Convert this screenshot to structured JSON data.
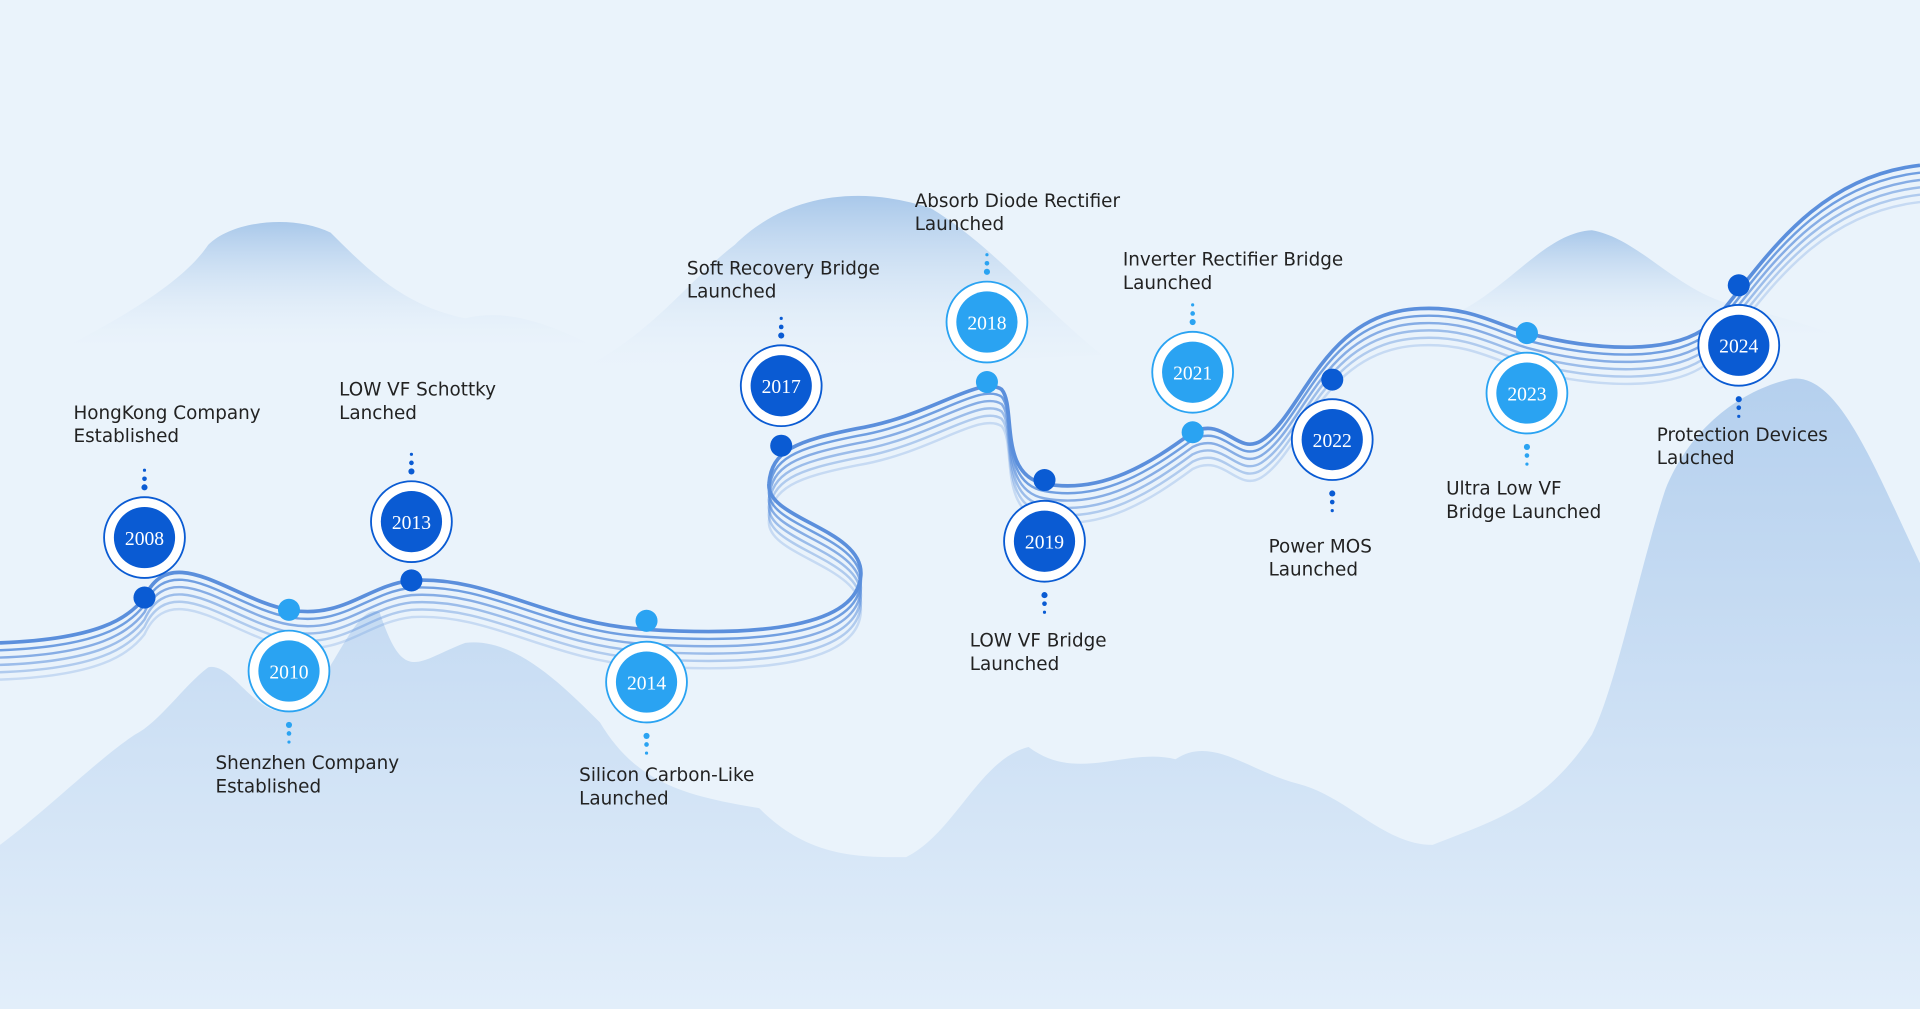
{
  "colors": {
    "background": "#eaf3fb",
    "dark": "#0a5bd3",
    "light": "#2aa3f2",
    "line": "#5b8fdc",
    "mountain": "#b9d3ee"
  },
  "milestones": [
    {
      "year": "2008",
      "lines": [
        "HongKong Company",
        "Established"
      ],
      "variant": "dark",
      "label_side": "above"
    },
    {
      "year": "2010",
      "lines": [
        "Shenzhen Company",
        "Established"
      ],
      "variant": "light",
      "label_side": "below"
    },
    {
      "year": "2013",
      "lines": [
        "LOW VF Schottky",
        "Lanched"
      ],
      "variant": "dark",
      "label_side": "above"
    },
    {
      "year": "2014",
      "lines": [
        "Silicon Carbon-Like",
        "Launched"
      ],
      "variant": "light",
      "label_side": "below"
    },
    {
      "year": "2017",
      "lines": [
        "Soft Recovery Bridge",
        "Launched"
      ],
      "variant": "dark",
      "label_side": "above"
    },
    {
      "year": "2018",
      "lines": [
        "Absorb Diode Rectifier",
        "Launched"
      ],
      "variant": "light",
      "label_side": "above"
    },
    {
      "year": "2019",
      "lines": [
        "LOW VF Bridge",
        "Launched"
      ],
      "variant": "dark",
      "label_side": "below"
    },
    {
      "year": "2021",
      "lines": [
        "Inverter Rectifier Bridge",
        "Launched"
      ],
      "variant": "light",
      "label_side": "above"
    },
    {
      "year": "2022",
      "lines": [
        "Power MOS",
        "Launched"
      ],
      "variant": "dark",
      "label_side": "below"
    },
    {
      "year": "2023",
      "lines": [
        "Ultra Low VF",
        "Bridge Launched"
      ],
      "variant": "light",
      "label_side": "below"
    },
    {
      "year": "2024",
      "lines": [
        "Protection Devices",
        "Lauched"
      ],
      "variant": "dark",
      "label_side": "below"
    }
  ]
}
